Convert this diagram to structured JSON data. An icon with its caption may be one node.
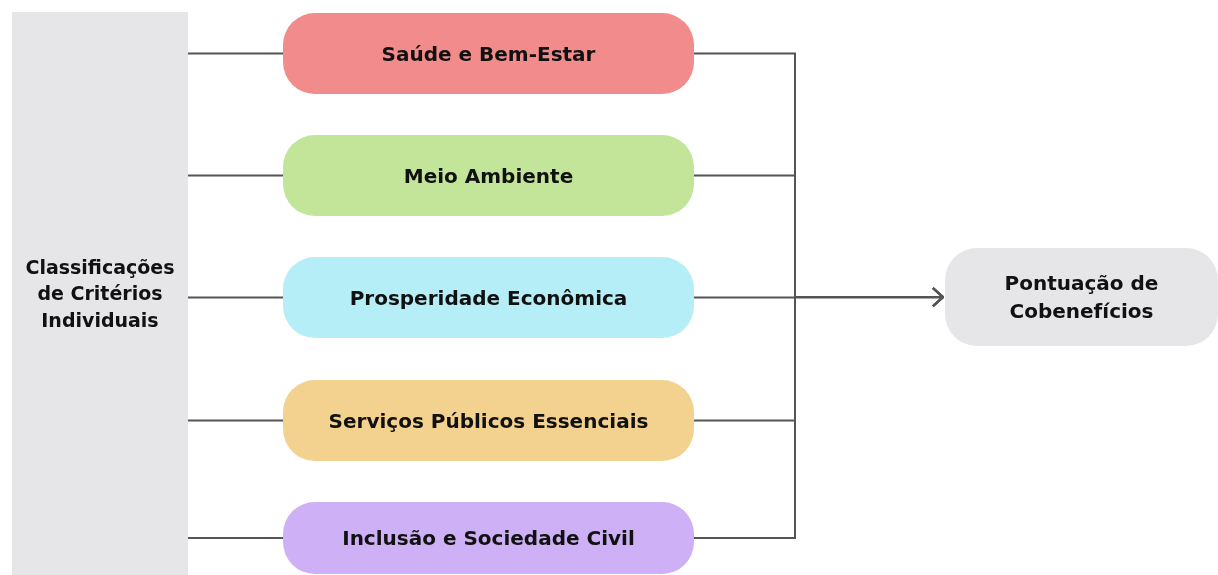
{
  "diagram": {
    "nodes": [
      {
        "text": [
          "Classificações de Critérios Individuais"
        ]
      },
      {
        "text": [
          "Saúde e Bem-Estar"
        ]
      },
      {
        "text": [
          "Meio Ambiente"
        ]
      },
      {
        "text": [
          "Prosperidade Econômica"
        ]
      },
      {
        "text": [
          "Serviços Públicos Essenciais"
        ]
      },
      {
        "text": [
          "Inclusão e Sociedade Civil"
        ]
      },
      {
        "text": [
          "Pontuação de Cobenefícios"
        ]
      }
    ],
    "edges": [
      {
        "from": 0,
        "to": 1,
        "arrow": "none"
      },
      {
        "from": 0,
        "to": 2,
        "arrow": "none"
      },
      {
        "from": 0,
        "to": 3,
        "arrow": "none"
      },
      {
        "from": 0,
        "to": 4,
        "arrow": "none"
      },
      {
        "from": 0,
        "to": 5,
        "arrow": "none"
      },
      {
        "from": 1,
        "to": 6,
        "arrow": "to"
      },
      {
        "from": 2,
        "to": 6,
        "arrow": "to"
      },
      {
        "from": 3,
        "to": 6,
        "arrow": "to"
      },
      {
        "from": 4,
        "to": 6,
        "arrow": "to"
      },
      {
        "from": 5,
        "to": 6,
        "arrow": "to"
      }
    ]
  }
}
